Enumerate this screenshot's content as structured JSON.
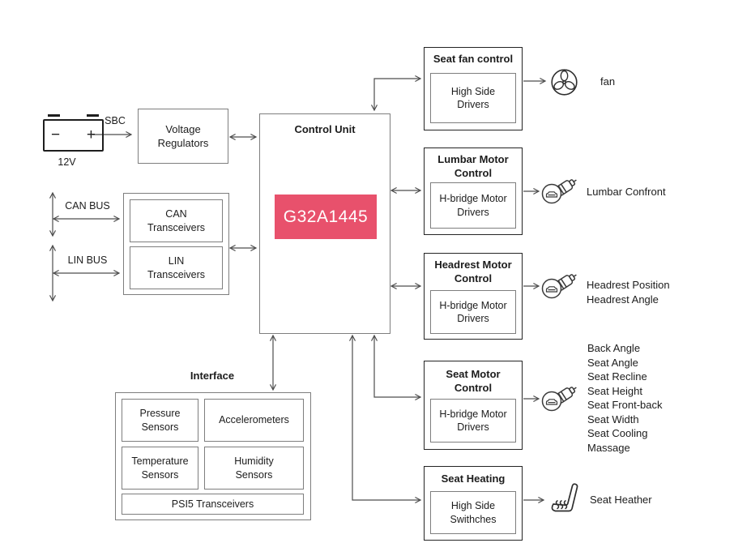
{
  "palette": {
    "accent": "#E8516C",
    "accent_text": "#FFFFFF",
    "line": "#4d4d4d",
    "border_dark": "#242424",
    "border_gray": "#7e7e7e"
  },
  "power": {
    "battery_voltage": "12V",
    "battery_minus": "−",
    "battery_plus": "+",
    "sbc_label": "SBC",
    "voltage_regulators": "Voltage\nRegulators"
  },
  "buses": {
    "can_bus": "CAN BUS",
    "lin_bus": "LIN BUS",
    "can_transceivers": "CAN\nTransceivers",
    "lin_transceivers": "LIN\nTransceivers"
  },
  "control_unit": {
    "title": "Control Unit",
    "chip": "G32A1445"
  },
  "interface": {
    "label": "Interface",
    "pressure": "Pressure\nSensors",
    "accelerometers": "Accelerometers",
    "temperature": "Temperature\nSensors",
    "humidity": "Humidity\nSensors",
    "psi5": "PSI5 Transceivers"
  },
  "modules": [
    {
      "title": "Seat fan control",
      "driver": "High Side\nDrivers",
      "icon": "fan-icon",
      "outputs": [
        "fan"
      ]
    },
    {
      "title": "Lumbar Motor\nControl",
      "driver": "H-bridge Motor\nDrivers",
      "icon": "motor-icon",
      "outputs": [
        "Lumbar Confront"
      ]
    },
    {
      "title": "Headrest Motor\nControl",
      "driver": "H-bridge Motor\nDrivers",
      "icon": "motor-icon",
      "outputs": [
        "Headrest Position",
        "Headrest Angle"
      ]
    },
    {
      "title": "Seat Motor\nControl",
      "driver": "H-bridge Motor\nDrivers",
      "icon": "motor-icon",
      "outputs": [
        "Back Angle",
        "Seat Angle",
        "Seat Recline",
        "Seat Height",
        "Seat Front-back",
        "Seat Width",
        "Seat Cooling",
        "Massage"
      ]
    },
    {
      "title": "Seat Heating",
      "driver": "High Side\nSwithches",
      "icon": "seat-heater-icon",
      "outputs": [
        "Seat Heather"
      ]
    }
  ]
}
